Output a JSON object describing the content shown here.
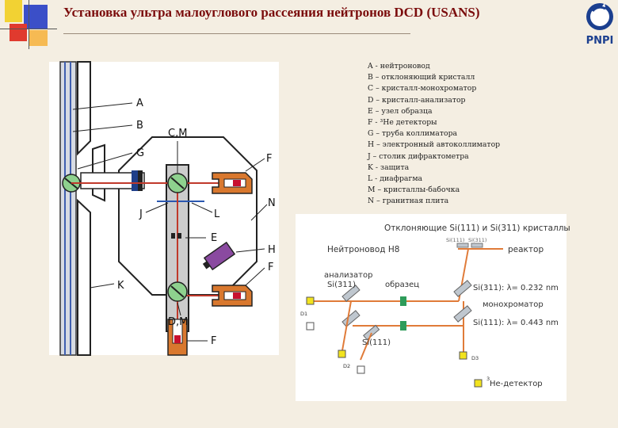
{
  "title": "Установка ультра малоуглового рассеяния нейтронов DCD (USANS)",
  "logo_text": "PNPI",
  "legend": [
    "A - нейтроновод",
    "B – отклоняющий кристалл",
    "C – кристалл-монохроматор",
    "D – кристалл-анализатор",
    "E – узел образца",
    "F - ³He детекторы",
    "G – труба коллиматора",
    "H – электронный автоколлиматор",
    "J – столик дифрактометра",
    "K - защита",
    "L - диафрагма",
    "M – кристаллы-бабочка",
    "N – гранитная плита"
  ],
  "left_labels": {
    "A": "A",
    "B": "B",
    "G": "G",
    "CM": "C,M",
    "F1": "F",
    "J": "J",
    "L": "L",
    "N": "N",
    "E": "E",
    "H": "H",
    "F2": "F",
    "K": "K",
    "DM": "D,M",
    "F3": "F"
  },
  "right": {
    "header": "Отклоняющие Si(111) и Si(311) кристаллы",
    "guide": "Нейтроновод H8",
    "reactor": "реактор",
    "analyzer": "анализатор",
    "analyzer_si": "Si(311)",
    "sample": "образец",
    "si111_top": "Si(111)",
    "si311_top": "Si(311)",
    "mono_311": "Si(311): λ= 0.232 nm",
    "mono": "монохроматор",
    "mono_111": "Si(111): λ= 0.443 nm",
    "si111_low": "Si(111)",
    "d1": "D1",
    "d2": "D2",
    "d3": "D3",
    "detector_prefix": "3",
    "detector": "He-детектор"
  },
  "colors": {
    "title": "#7a0b0b",
    "beam": "#c0392b",
    "orange": "#d9782e",
    "green": "#2e9c5a",
    "wall": "#3a3a3a"
  }
}
